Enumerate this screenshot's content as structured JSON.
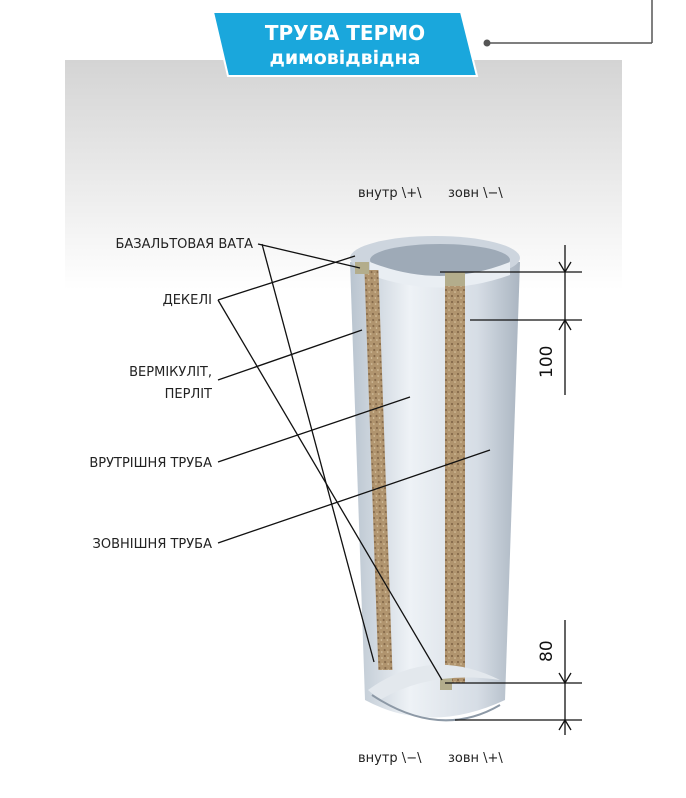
{
  "title": {
    "line1": "ТРУБА ТЕРМО",
    "line2": "димовідвідна"
  },
  "top_note": {
    "inner": "внутр \\+\\",
    "outer": "зовн \\−\\"
  },
  "bottom_note": {
    "inner": "внутр \\−\\",
    "outer": "зовн \\+\\"
  },
  "labels": {
    "basalt": "БАЗАЛЬТОВАЯ ВАТА",
    "dekeli": "ДЕКЕЛІ",
    "vermiculite1": "ВЕРМІКУЛІТ,",
    "vermiculite2": "ПЕРЛІТ",
    "inner_pipe": "ВРУТРІШНЯ ТРУБА",
    "outer_pipe": "ЗОВНІШНЯ ТРУБА"
  },
  "dimensions": {
    "top": "100",
    "bottom": "80"
  },
  "colors": {
    "accent": "#1aa7dc",
    "insulation": "#a98b66",
    "pipe": "#d7dee6"
  }
}
